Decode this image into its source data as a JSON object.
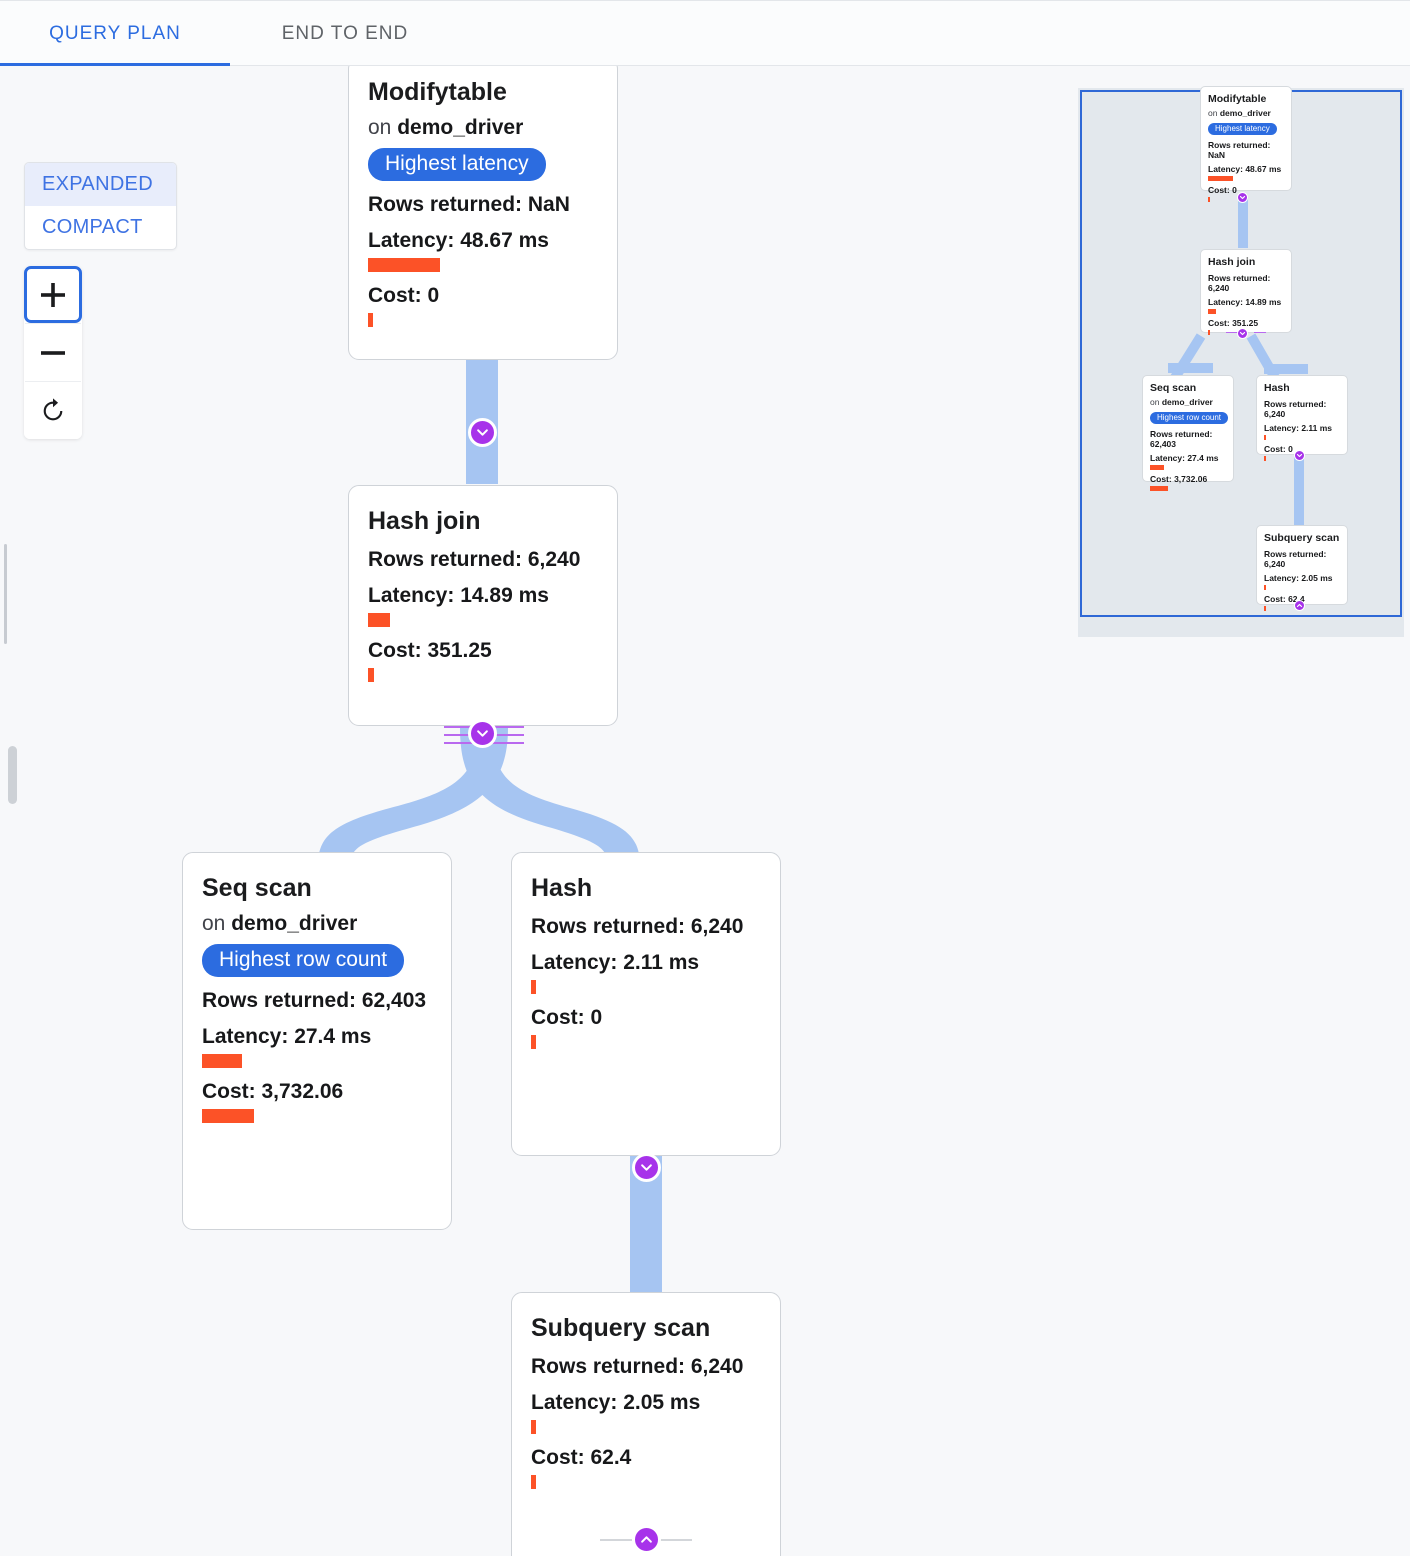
{
  "tabs": [
    {
      "label": "QUERY PLAN",
      "active": true
    },
    {
      "label": "END TO END",
      "active": false
    }
  ],
  "view_mode": {
    "expanded_label": "EXPANDED",
    "compact_label": "COMPACT",
    "selected": "EXPANDED"
  },
  "zoom_controls": {
    "zoom_in": "+",
    "zoom_out": "−",
    "reset": "reset-icon"
  },
  "colors": {
    "accent_blue": "#2c6ce0",
    "badge_blue": "#2c6ce0",
    "edge_blue": "#a6c5f2",
    "toggle_purple": "#a733ea",
    "bar_orange": "#fc5227",
    "minimap_bg": "#e3e8ed",
    "canvas_bg": "#f7f8fa"
  },
  "labels": {
    "on_prefix": "on",
    "rows_prefix": "Rows returned:",
    "latency_prefix": "Latency:",
    "cost_prefix": "Cost:"
  },
  "plan_nodes": [
    {
      "id": "modifytable",
      "title": "Modifytable",
      "relation": "demo_driver",
      "badge": "Highest latency",
      "rows": "Rows returned: NaN",
      "latency": "Latency: 48.67 ms",
      "latency_bar_pct": 100,
      "cost": "Cost: 0",
      "cost_bar_pct": 2
    },
    {
      "id": "hash-join",
      "title": "Hash join",
      "relation": null,
      "badge": null,
      "rows": "Rows returned: 6,240",
      "latency": "Latency: 14.89 ms",
      "latency_bar_pct": 31,
      "cost": "Cost: 351.25",
      "cost_bar_pct": 5
    },
    {
      "id": "seq-scan",
      "title": "Seq scan",
      "relation": "demo_driver",
      "badge": "Highest row count",
      "rows": "Rows returned: 62,403",
      "latency": "Latency: 27.4 ms",
      "latency_bar_pct": 56,
      "cost": "Cost: 3,732.06",
      "cost_bar_pct": 100
    },
    {
      "id": "hash",
      "title": "Hash",
      "relation": null,
      "badge": null,
      "rows": "Rows returned: 6,240",
      "latency": "Latency: 2.11 ms",
      "latency_bar_pct": 4,
      "cost": "Cost: 0",
      "cost_bar_pct": 2
    },
    {
      "id": "subquery-scan",
      "title": "Subquery scan",
      "relation": null,
      "badge": null,
      "rows": "Rows returned: 6,240",
      "latency": "Latency: 2.05 ms",
      "latency_bar_pct": 4,
      "cost": "Cost: 62.4",
      "cost_bar_pct": 2
    }
  ],
  "minimap": {
    "nodes": [
      {
        "id": "modifytable",
        "title": "Modifytable",
        "relation": "demo_driver",
        "badge": "Highest latency",
        "rows": "Rows returned: NaN",
        "latency": "Latency: 48.67 ms",
        "latency_bar_pct": 100,
        "cost": "Cost: 0",
        "cost_bar_pct": 3
      },
      {
        "id": "hash-join",
        "title": "Hash join",
        "relation": null,
        "badge": null,
        "rows": "Rows returned: 6,240",
        "latency": "Latency: 14.89 ms",
        "latency_bar_pct": 31,
        "cost": "Cost: 351.25",
        "cost_bar_pct": 6
      },
      {
        "id": "seq-scan",
        "title": "Seq scan",
        "relation": "demo_driver",
        "badge": "Highest row count",
        "rows": "Rows returned: 62,403",
        "latency": "Latency: 27.4 ms",
        "latency_bar_pct": 56,
        "cost": "Cost: 3,732.06",
        "cost_bar_pct": 100
      },
      {
        "id": "hash",
        "title": "Hash",
        "relation": null,
        "badge": null,
        "rows": "Rows returned: 6,240",
        "latency": "Latency: 2.11 ms",
        "latency_bar_pct": 5,
        "cost": "Cost: 0",
        "cost_bar_pct": 3
      },
      {
        "id": "subquery-scan",
        "title": "Subquery scan",
        "relation": null,
        "badge": null,
        "rows": "Rows returned: 6,240",
        "latency": "Latency: 2.05 ms",
        "latency_bar_pct": 5,
        "cost": "Cost: 62.4",
        "cost_bar_pct": 3
      }
    ]
  }
}
